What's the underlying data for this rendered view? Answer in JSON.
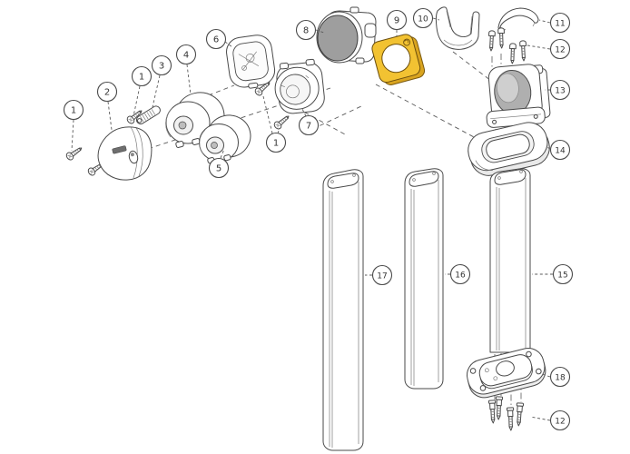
{
  "diagram": {
    "type": "exploded-assembly-parts-diagram",
    "colors": {
      "background": "#FFFFFF",
      "line": "#4A4A4A",
      "gasket_top": "#F2C232",
      "gasket_side": "#D9A41F",
      "driver_face": "#9E9E9E",
      "housing_opening": "#AFAFAF",
      "housing_highlight": "#CFCFCF"
    },
    "callouts": [
      {
        "label": "1",
        "part": "mounting-screws-left"
      },
      {
        "label": "2",
        "part": "side-cover"
      },
      {
        "label": "1",
        "part": "screw-clip"
      },
      {
        "label": "3",
        "part": "clip"
      },
      {
        "label": "4",
        "part": "round-housing-large"
      },
      {
        "label": "6",
        "part": "back-shell"
      },
      {
        "label": "5",
        "part": "round-housing-small"
      },
      {
        "label": "1",
        "part": "screws-socket"
      },
      {
        "label": "7",
        "part": "socket-housing"
      },
      {
        "label": "8",
        "part": "cylinder-module"
      },
      {
        "label": "9",
        "part": "gasket-plate"
      },
      {
        "label": "10",
        "part": "cable-hook"
      },
      {
        "label": "11",
        "part": "top-cap"
      },
      {
        "label": "12",
        "part": "head-screws"
      },
      {
        "label": "13",
        "part": "head-housing"
      },
      {
        "label": "14",
        "part": "pole-collar"
      },
      {
        "label": "15",
        "part": "pole-section-right"
      },
      {
        "label": "16",
        "part": "pole-section-middle"
      },
      {
        "label": "17",
        "part": "pole-section-left"
      },
      {
        "label": "18",
        "part": "base-plate"
      },
      {
        "label": "12",
        "part": "anchor-screws"
      }
    ]
  }
}
